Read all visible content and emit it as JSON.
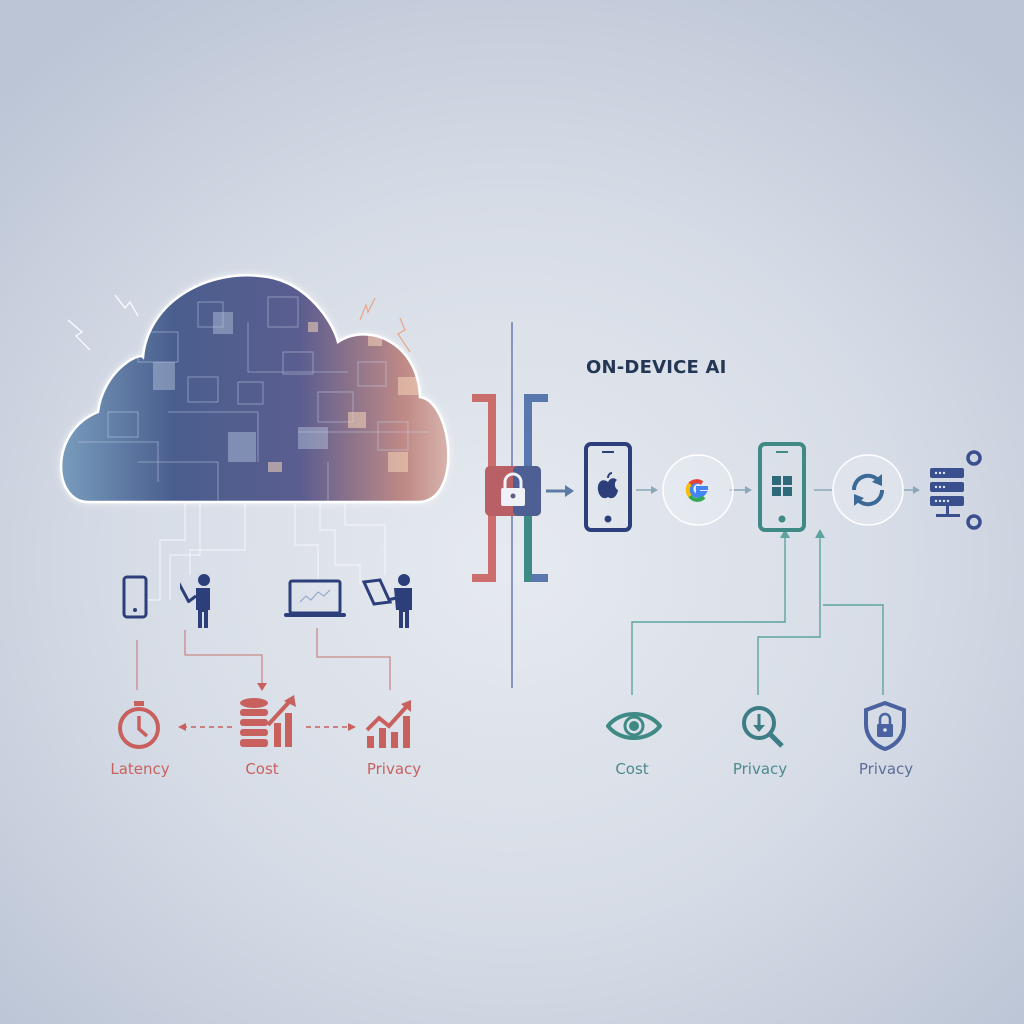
{
  "diagram": {
    "title": "ON-DEVICE AI",
    "left_section": {
      "name": "cloud-ai",
      "devices": [
        "smartphone",
        "person-with-tablet",
        "laptop",
        "person-with-tablet"
      ],
      "concerns": [
        {
          "label": "Latency",
          "icon": "stopwatch-icon"
        },
        {
          "label": "Cost",
          "icon": "coins-chart-icon"
        },
        {
          "label": "Privacy",
          "icon": "rising-chart-icon"
        }
      ]
    },
    "right_section": {
      "flow": [
        "lock-icon",
        "apple-phone-icon",
        "google-icon",
        "windows-phone-icon",
        "sync-icon",
        "server-icon"
      ],
      "benefits": [
        {
          "label": "Cost",
          "icon": "eye-icon"
        },
        {
          "label": "Privacy",
          "icon": "search-download-icon"
        },
        {
          "label": "Privacy",
          "icon": "shield-lock-icon"
        }
      ]
    },
    "colors": {
      "cloud_concern_red": "#c8615e",
      "on_device_teal": "#3f8a84",
      "navy": "#2c3f7a",
      "divider_blue": "#6a7cae",
      "background": "#dde2ea"
    }
  }
}
